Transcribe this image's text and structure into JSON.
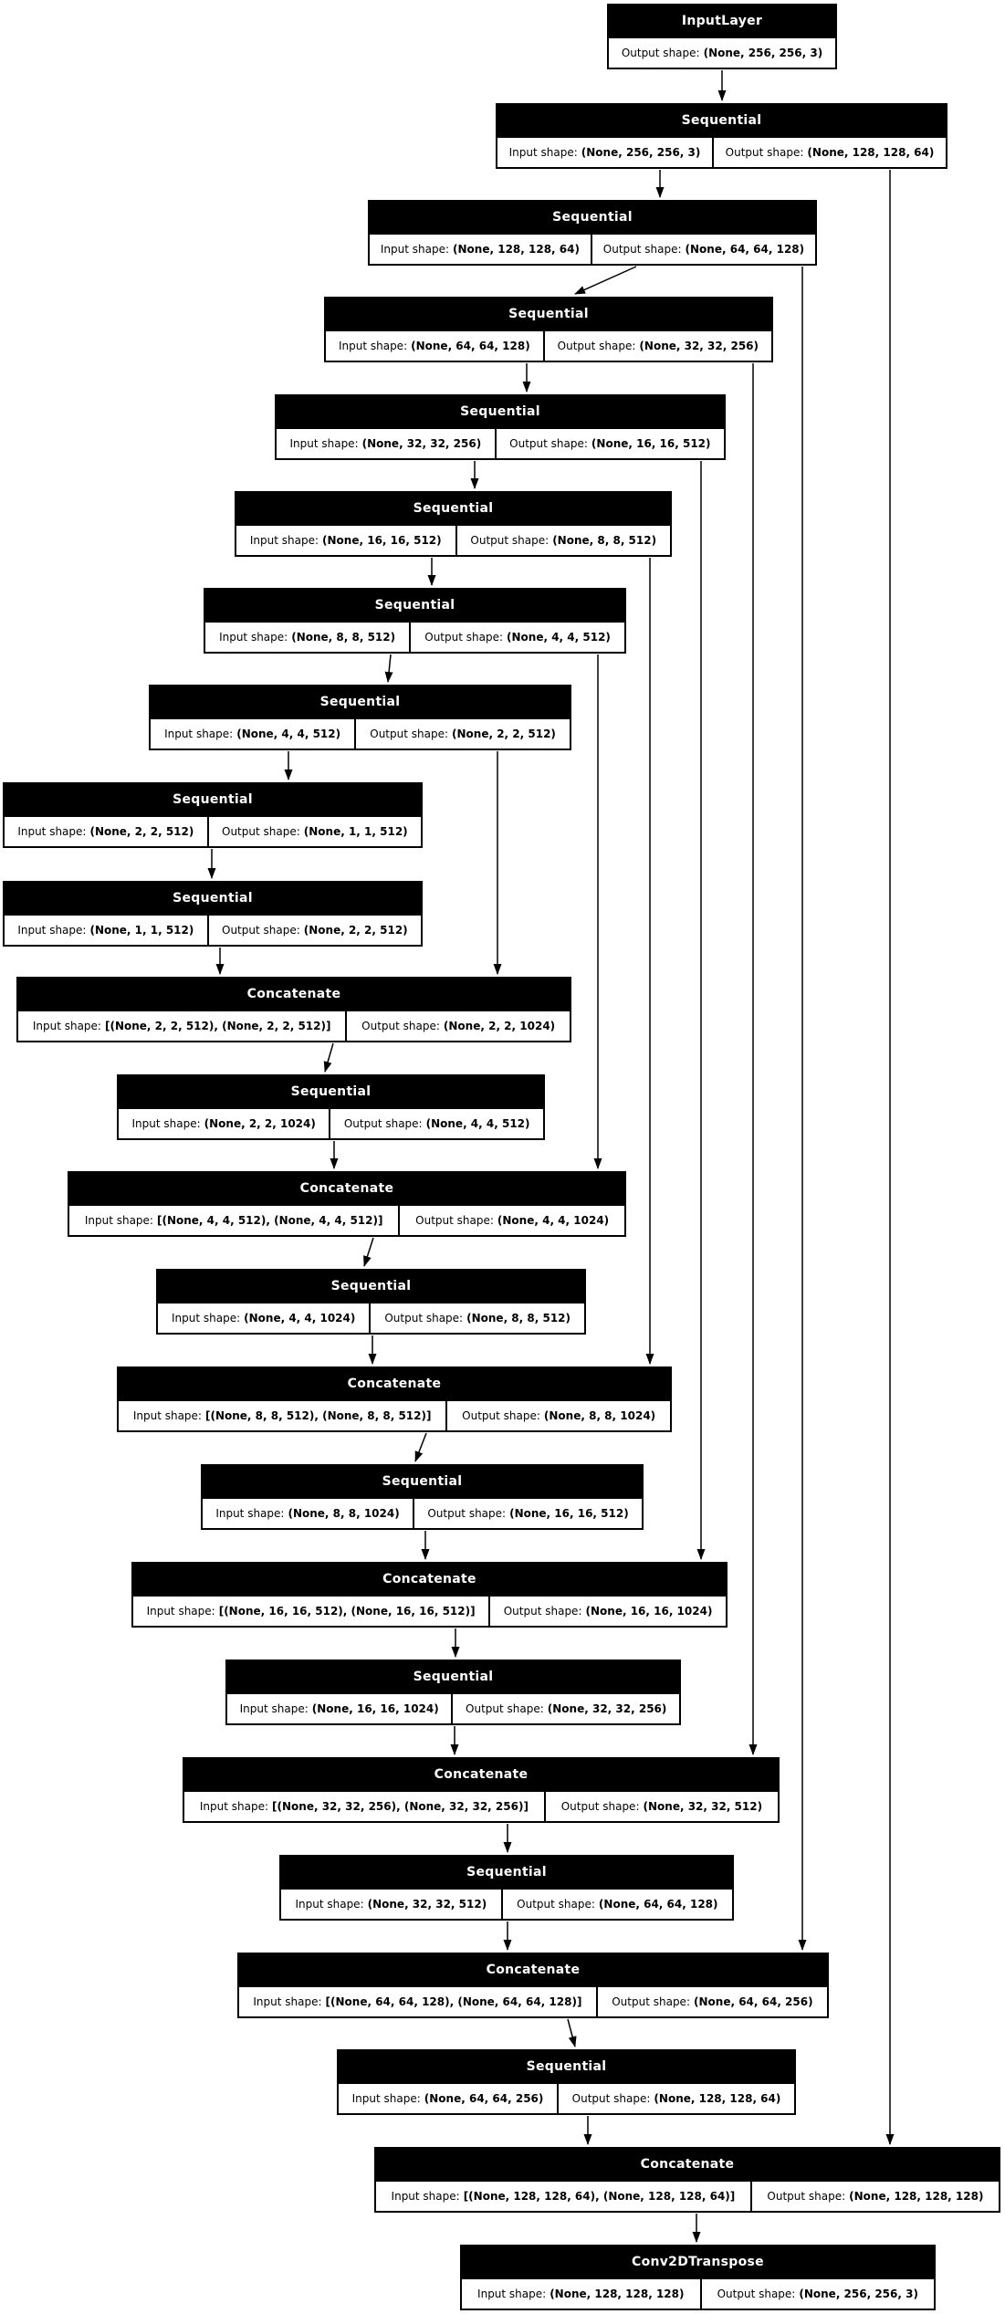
{
  "diagram": {
    "colors": {
      "node_header_bg": "#000000",
      "node_header_text": "#ffffff",
      "cell_bg": "#ffffff",
      "cell_text": "#000000",
      "border": "#000000",
      "edge": "#000000",
      "background": "#ffffff"
    },
    "labels": {
      "input_prefix": "Input shape:",
      "output_prefix": "Output shape:"
    },
    "nodes": [
      {
        "id": "n1",
        "title": "InputLayer",
        "input_shape": null,
        "output_shape": "(None, 256, 256, 3)"
      },
      {
        "id": "n2",
        "title": "Sequential",
        "input_shape": "(None, 256, 256, 3)",
        "output_shape": "(None, 128, 128, 64)"
      },
      {
        "id": "n3",
        "title": "Sequential",
        "input_shape": "(None, 128, 128, 64)",
        "output_shape": "(None, 64, 64, 128)"
      },
      {
        "id": "n4",
        "title": "Sequential",
        "input_shape": "(None, 64, 64, 128)",
        "output_shape": "(None, 32, 32, 256)"
      },
      {
        "id": "n5",
        "title": "Sequential",
        "input_shape": "(None, 32, 32, 256)",
        "output_shape": "(None, 16, 16, 512)"
      },
      {
        "id": "n6",
        "title": "Sequential",
        "input_shape": "(None, 16, 16, 512)",
        "output_shape": "(None, 8, 8, 512)"
      },
      {
        "id": "n7",
        "title": "Sequential",
        "input_shape": "(None, 8, 8, 512)",
        "output_shape": "(None, 4, 4, 512)"
      },
      {
        "id": "n8",
        "title": "Sequential",
        "input_shape": "(None, 4, 4, 512)",
        "output_shape": "(None, 2, 2, 512)"
      },
      {
        "id": "n9",
        "title": "Sequential",
        "input_shape": "(None, 2, 2, 512)",
        "output_shape": "(None, 1, 1, 512)"
      },
      {
        "id": "n10",
        "title": "Sequential",
        "input_shape": "(None, 1, 1, 512)",
        "output_shape": "(None, 2, 2, 512)"
      },
      {
        "id": "n11",
        "title": "Concatenate",
        "input_shape": "[(None, 2, 2, 512), (None, 2, 2, 512)]",
        "output_shape": "(None, 2, 2, 1024)"
      },
      {
        "id": "n12",
        "title": "Sequential",
        "input_shape": "(None, 2, 2, 1024)",
        "output_shape": "(None, 4, 4, 512)"
      },
      {
        "id": "n13",
        "title": "Concatenate",
        "input_shape": "[(None, 4, 4, 512), (None, 4, 4, 512)]",
        "output_shape": "(None, 4, 4, 1024)"
      },
      {
        "id": "n14",
        "title": "Sequential",
        "input_shape": "(None, 4, 4, 1024)",
        "output_shape": "(None, 8, 8, 512)"
      },
      {
        "id": "n15",
        "title": "Concatenate",
        "input_shape": "[(None, 8, 8, 512), (None, 8, 8, 512)]",
        "output_shape": "(None, 8, 8, 1024)"
      },
      {
        "id": "n16",
        "title": "Sequential",
        "input_shape": "(None, 8, 8, 1024)",
        "output_shape": "(None, 16, 16, 512)"
      },
      {
        "id": "n17",
        "title": "Concatenate",
        "input_shape": "[(None, 16, 16, 512), (None, 16, 16, 512)]",
        "output_shape": "(None, 16, 16, 1024)"
      },
      {
        "id": "n18",
        "title": "Sequential",
        "input_shape": "(None, 16, 16, 1024)",
        "output_shape": "(None, 32, 32, 256)"
      },
      {
        "id": "n19",
        "title": "Concatenate",
        "input_shape": "[(None, 32, 32, 256), (None, 32, 32, 256)]",
        "output_shape": "(None, 32, 32, 512)"
      },
      {
        "id": "n20",
        "title": "Sequential",
        "input_shape": "(None, 32, 32, 512)",
        "output_shape": "(None, 64, 64, 128)"
      },
      {
        "id": "n21",
        "title": "Concatenate",
        "input_shape": "[(None, 64, 64, 128), (None, 64, 64, 128)]",
        "output_shape": "(None, 64, 64, 256)"
      },
      {
        "id": "n22",
        "title": "Sequential",
        "input_shape": "(None, 64, 64, 256)",
        "output_shape": "(None, 128, 128, 64)"
      },
      {
        "id": "n23",
        "title": "Concatenate",
        "input_shape": "[(None, 128, 128, 64), (None, 128, 128, 64)]",
        "output_shape": "(None, 128, 128, 128)"
      },
      {
        "id": "n24",
        "title": "Conv2DTranspose",
        "input_shape": "(None, 128, 128, 128)",
        "output_shape": "(None, 256, 256, 3)"
      }
    ],
    "edges": [
      {
        "from": "n1",
        "to": "n2",
        "kind": "main"
      },
      {
        "from": "n2",
        "to": "n3",
        "kind": "main"
      },
      {
        "from": "n3",
        "to": "n4",
        "kind": "main"
      },
      {
        "from": "n4",
        "to": "n5",
        "kind": "main"
      },
      {
        "from": "n5",
        "to": "n6",
        "kind": "main"
      },
      {
        "from": "n6",
        "to": "n7",
        "kind": "main"
      },
      {
        "from": "n7",
        "to": "n8",
        "kind": "main"
      },
      {
        "from": "n8",
        "to": "n9",
        "kind": "main"
      },
      {
        "from": "n9",
        "to": "n10",
        "kind": "main"
      },
      {
        "from": "n10",
        "to": "n11",
        "kind": "main"
      },
      {
        "from": "n11",
        "to": "n12",
        "kind": "main"
      },
      {
        "from": "n12",
        "to": "n13",
        "kind": "main"
      },
      {
        "from": "n13",
        "to": "n14",
        "kind": "main"
      },
      {
        "from": "n14",
        "to": "n15",
        "kind": "main"
      },
      {
        "from": "n15",
        "to": "n16",
        "kind": "main"
      },
      {
        "from": "n16",
        "to": "n17",
        "kind": "main"
      },
      {
        "from": "n17",
        "to": "n18",
        "kind": "main"
      },
      {
        "from": "n18",
        "to": "n19",
        "kind": "main"
      },
      {
        "from": "n19",
        "to": "n20",
        "kind": "main"
      },
      {
        "from": "n20",
        "to": "n21",
        "kind": "main"
      },
      {
        "from": "n21",
        "to": "n22",
        "kind": "main"
      },
      {
        "from": "n22",
        "to": "n23",
        "kind": "main"
      },
      {
        "from": "n23",
        "to": "n24",
        "kind": "main"
      },
      {
        "from": "n8",
        "to": "n11",
        "kind": "skip"
      },
      {
        "from": "n7",
        "to": "n13",
        "kind": "skip"
      },
      {
        "from": "n6",
        "to": "n15",
        "kind": "skip"
      },
      {
        "from": "n5",
        "to": "n17",
        "kind": "skip"
      },
      {
        "from": "n4",
        "to": "n19",
        "kind": "skip"
      },
      {
        "from": "n3",
        "to": "n21",
        "kind": "skip"
      },
      {
        "from": "n2",
        "to": "n23",
        "kind": "skip"
      }
    ]
  }
}
